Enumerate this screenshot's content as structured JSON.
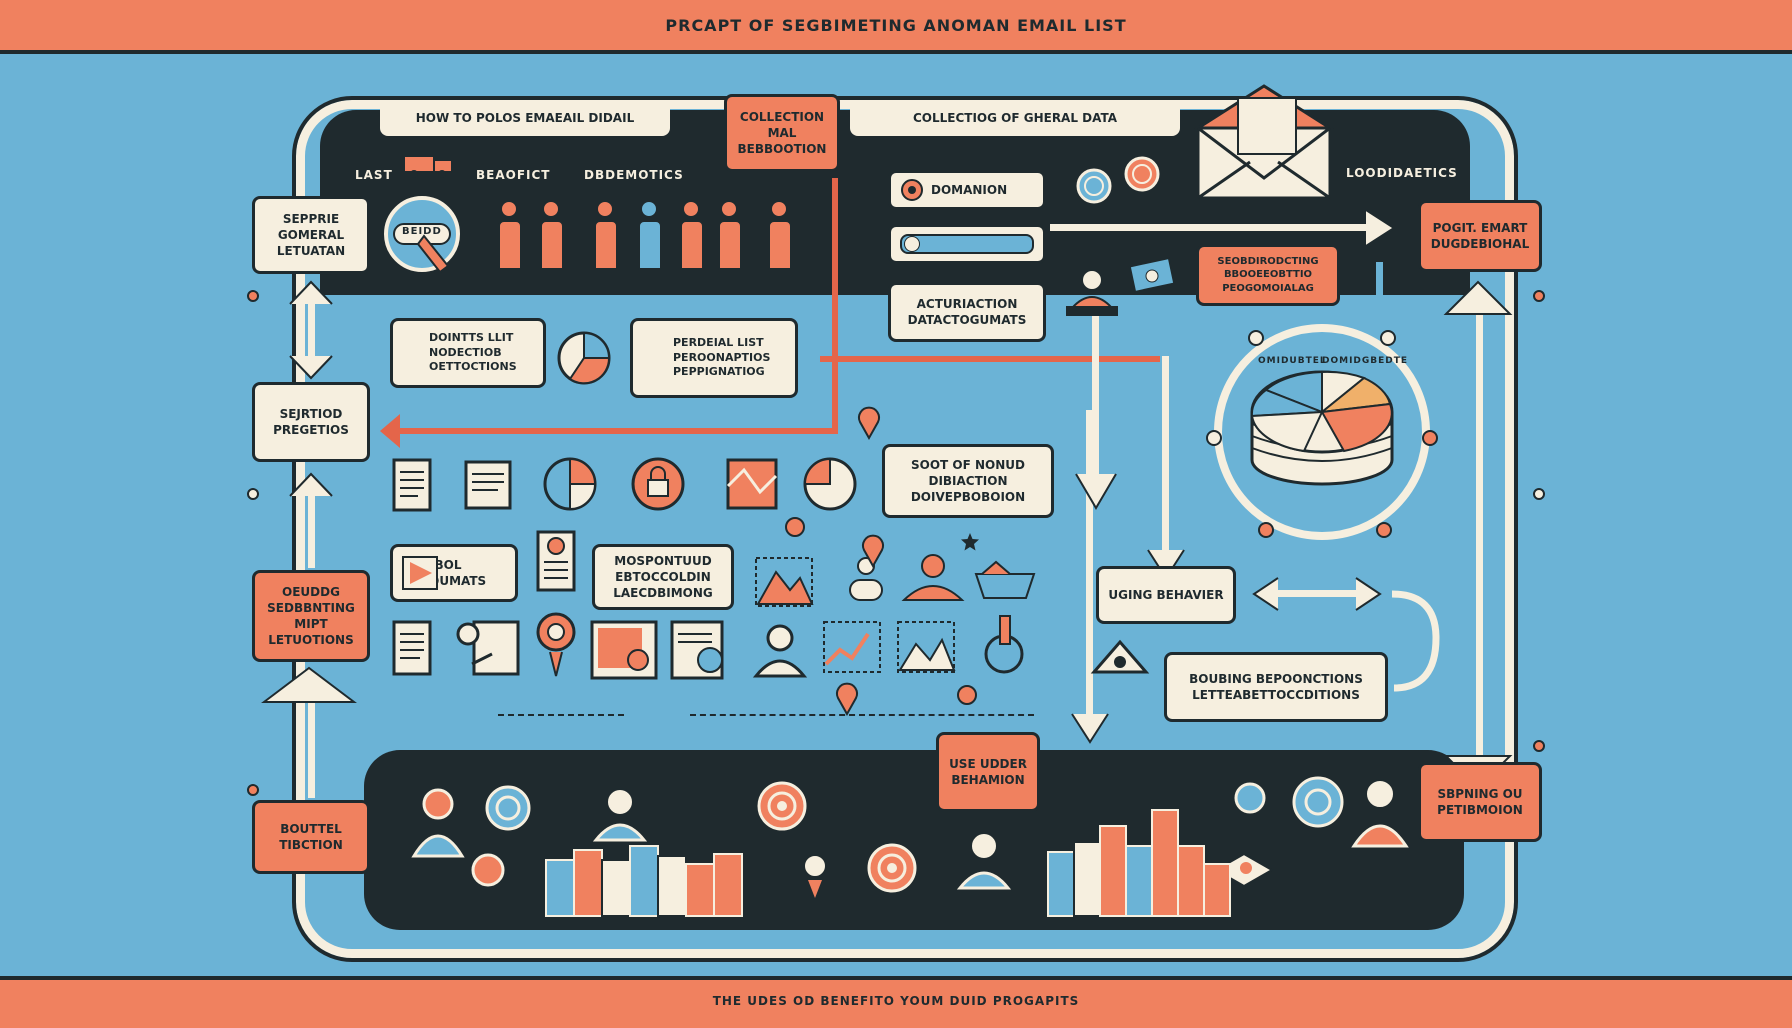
{
  "header": {
    "title": "PRCAPT OF SEGBIMETING ANOMAN EMAIL LIST"
  },
  "footer": {
    "caption": "THE UDES OD BENEFITO YOUM DUID PROGAPITS"
  },
  "top_panel": {
    "how_to": "HOW TO POLOS EMAEAIL DIDAIL",
    "collection_of_data": "COLLECTIOG OF GHERAL DATA",
    "loodidaetics": "LOODIDAETICS",
    "last": "LAST",
    "beaofict": "BEAOFICT",
    "dbdemotics": "DBDEMOTICS",
    "badge": "BEIDD",
    "domanion": "DOMANION"
  },
  "boxes": {
    "collection_box": "COLLECTION MAL BEBBOOTION",
    "sepprie": "SEPPRIE GOMERAL LETUATAN",
    "profit": "POGIT. EMART DUGDEBIOHAL",
    "seobording": "SEOBDIRODCTING BBOOEEOBTTIO PEOGOMOIALAG",
    "acturaction": "ACTURIACTION DATACTOGUMATS",
    "sejrtion": "SEJRTIOD PREGETIOS",
    "dointts": [
      "DOINTTS LLIT",
      "NODECTIOB",
      "OETTOCTIONS"
    ],
    "perdeial": [
      "PERDEIAL LIST",
      "PEROONAPTIOS",
      "PEPPIGNATIOG"
    ],
    "sort_of": "SOOT OF NONUD DIBIACTION DOIVEPBOBOION",
    "using_behavior": "UGING BEHAVIER",
    "bouding": "BOUBING BEPOONCTIONS LETTEABETTOCCDITIONS",
    "oeuddg": "OEUDDG SEDBBNTING MIPT LETUOTIONS",
    "bol_booumats": "BOL BOOUMATS",
    "mospontuud": "MOSPONTUUD EBTOCCOLDIN LAECDBIMONG",
    "use_under_behavior": "USE UDDER BEHAMION",
    "bouttel": "BOUTTEL TIBCTION",
    "sbpning": "SBPNING OU PETIBMOION"
  },
  "pie_labels": [
    "OMIDUBTEL",
    "DOMIDGBEDTE"
  ],
  "colors": {
    "orange": "#f0815f",
    "blue": "#6bb3d6",
    "dark": "#1f2a2e",
    "cream": "#f6efdf",
    "red": "#e4654a"
  }
}
